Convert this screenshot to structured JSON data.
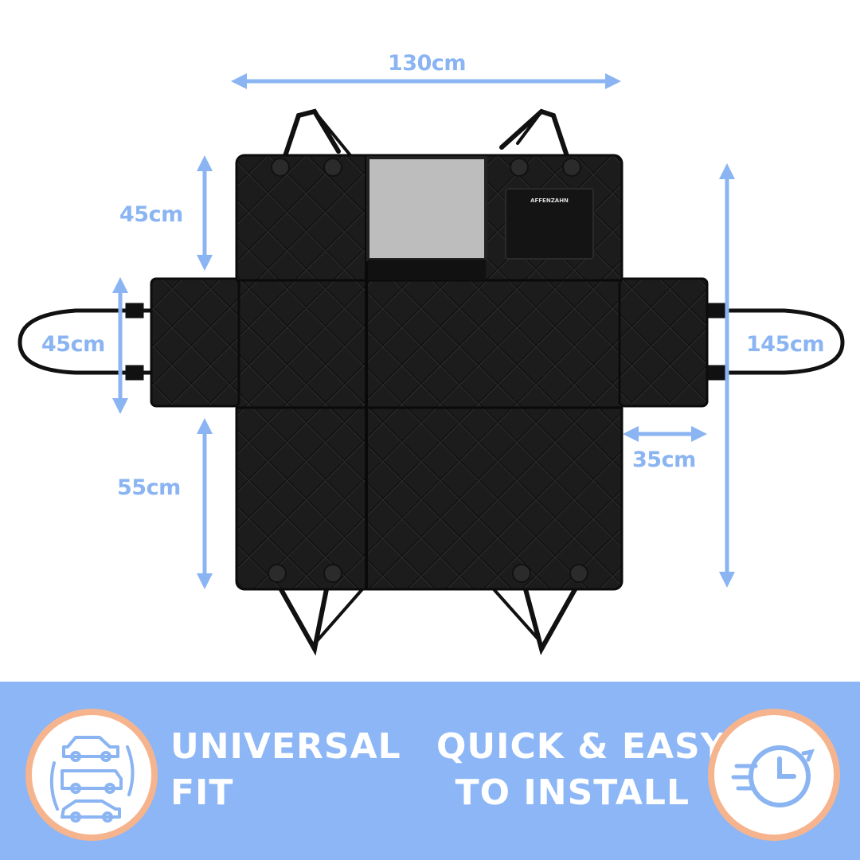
{
  "dimensions": {
    "top_width": "130cm",
    "backrest_height": "45cm",
    "side_flap_height": "45cm",
    "seat_depth": "55cm",
    "total_height": "145cm",
    "side_flap_width": "35cm"
  },
  "product": {
    "brand_logo_text": "AFFENZAHN"
  },
  "features": [
    {
      "line1": "UNIVERSAL",
      "line2": "FIT",
      "icon": "car-types-icon"
    },
    {
      "line1": "QUICK & EASY",
      "line2": "TO INSTALL",
      "icon": "clock-icon"
    }
  ],
  "colors": {
    "accent_blue": "#8ab4f2",
    "footer_blue": "#8cb6f5",
    "circle_border": "#f6b48e",
    "cover_black": "#1a1a1a"
  }
}
